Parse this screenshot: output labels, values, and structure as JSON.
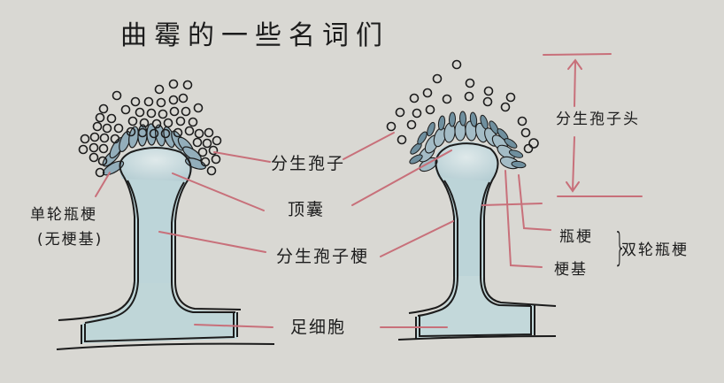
{
  "title": "曲霉的一些名词们",
  "labels": {
    "conidia": "分生孢子",
    "vesicle": "顶囊",
    "conidiophore": "分生孢子梗",
    "foot_cell": "足细胞",
    "uniseriate_line1": "单轮瓶梗",
    "uniseriate_line2": "(无梗基)",
    "conidial_head": "分生孢子头",
    "phialide": "瓶梗",
    "metula": "梗基",
    "biseriate": "双轮瓶梗",
    "brace": "}"
  },
  "colors": {
    "paper": "#d9d8d3",
    "ink": "#1c1c1c",
    "leader_red": "#c8707a",
    "fill_blue": "#b9d3d8",
    "phialide_blue": "#93aebb"
  },
  "structures": [
    {
      "name": "uniseriate-conidiophore",
      "position": "left"
    },
    {
      "name": "biseriate-conidiophore",
      "position": "right"
    }
  ]
}
